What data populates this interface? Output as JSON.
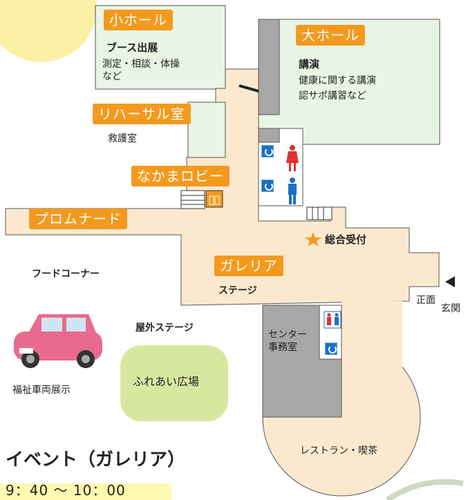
{
  "areas": {
    "small_hall": {
      "label": "小ホール",
      "title": "ブース出展",
      "desc1": "測定・相談・体操",
      "desc2": "など"
    },
    "large_hall": {
      "label": "大ホール",
      "title": "講演",
      "desc1": "健康に関する講演",
      "desc2": "認サポ講習など"
    },
    "rehearsal": {
      "label": "リハーサル室",
      "sub": "救護室"
    },
    "nakama_lobby": {
      "label": "なかまロビー"
    },
    "promenade": {
      "label": "プロムナード"
    },
    "food_corner": {
      "label": "フードコーナー"
    },
    "galleria": {
      "label": "ガレリア",
      "sub": "ステージ"
    },
    "reception": {
      "label": "総合受付"
    },
    "entrance": {
      "front": "正面",
      "entrance": "玄関"
    },
    "center_office": {
      "line1": "センター",
      "line2": "事務室"
    },
    "outdoor_stage": {
      "label": "屋外ステージ"
    },
    "plaza": {
      "label": "ふれあい広場"
    },
    "vehicle": {
      "label": "福祉車両展示"
    },
    "restaurant": {
      "label": "レストラン・喫茶"
    }
  },
  "event": {
    "title": "イベント（ガレリア）",
    "time": "9：40 〜 10：00"
  },
  "colors": {
    "orange": "#f39a1e",
    "floor_cream": "#fbe9cf",
    "hall_green": "#e8f4e4",
    "plaza_green": "#d8e7a0",
    "gray_room": "#a7a7a7",
    "yellow_sun": "#fbf0a6",
    "restroom_red": "#e03030",
    "restroom_blue": "#1a6fc4"
  },
  "icons": [
    "star-icon",
    "wheelchair-icon",
    "female-restroom-icon",
    "male-restroom-icon",
    "entrance-arrow-icon",
    "car-icon",
    "elevator-icon",
    "stairs-icon"
  ]
}
